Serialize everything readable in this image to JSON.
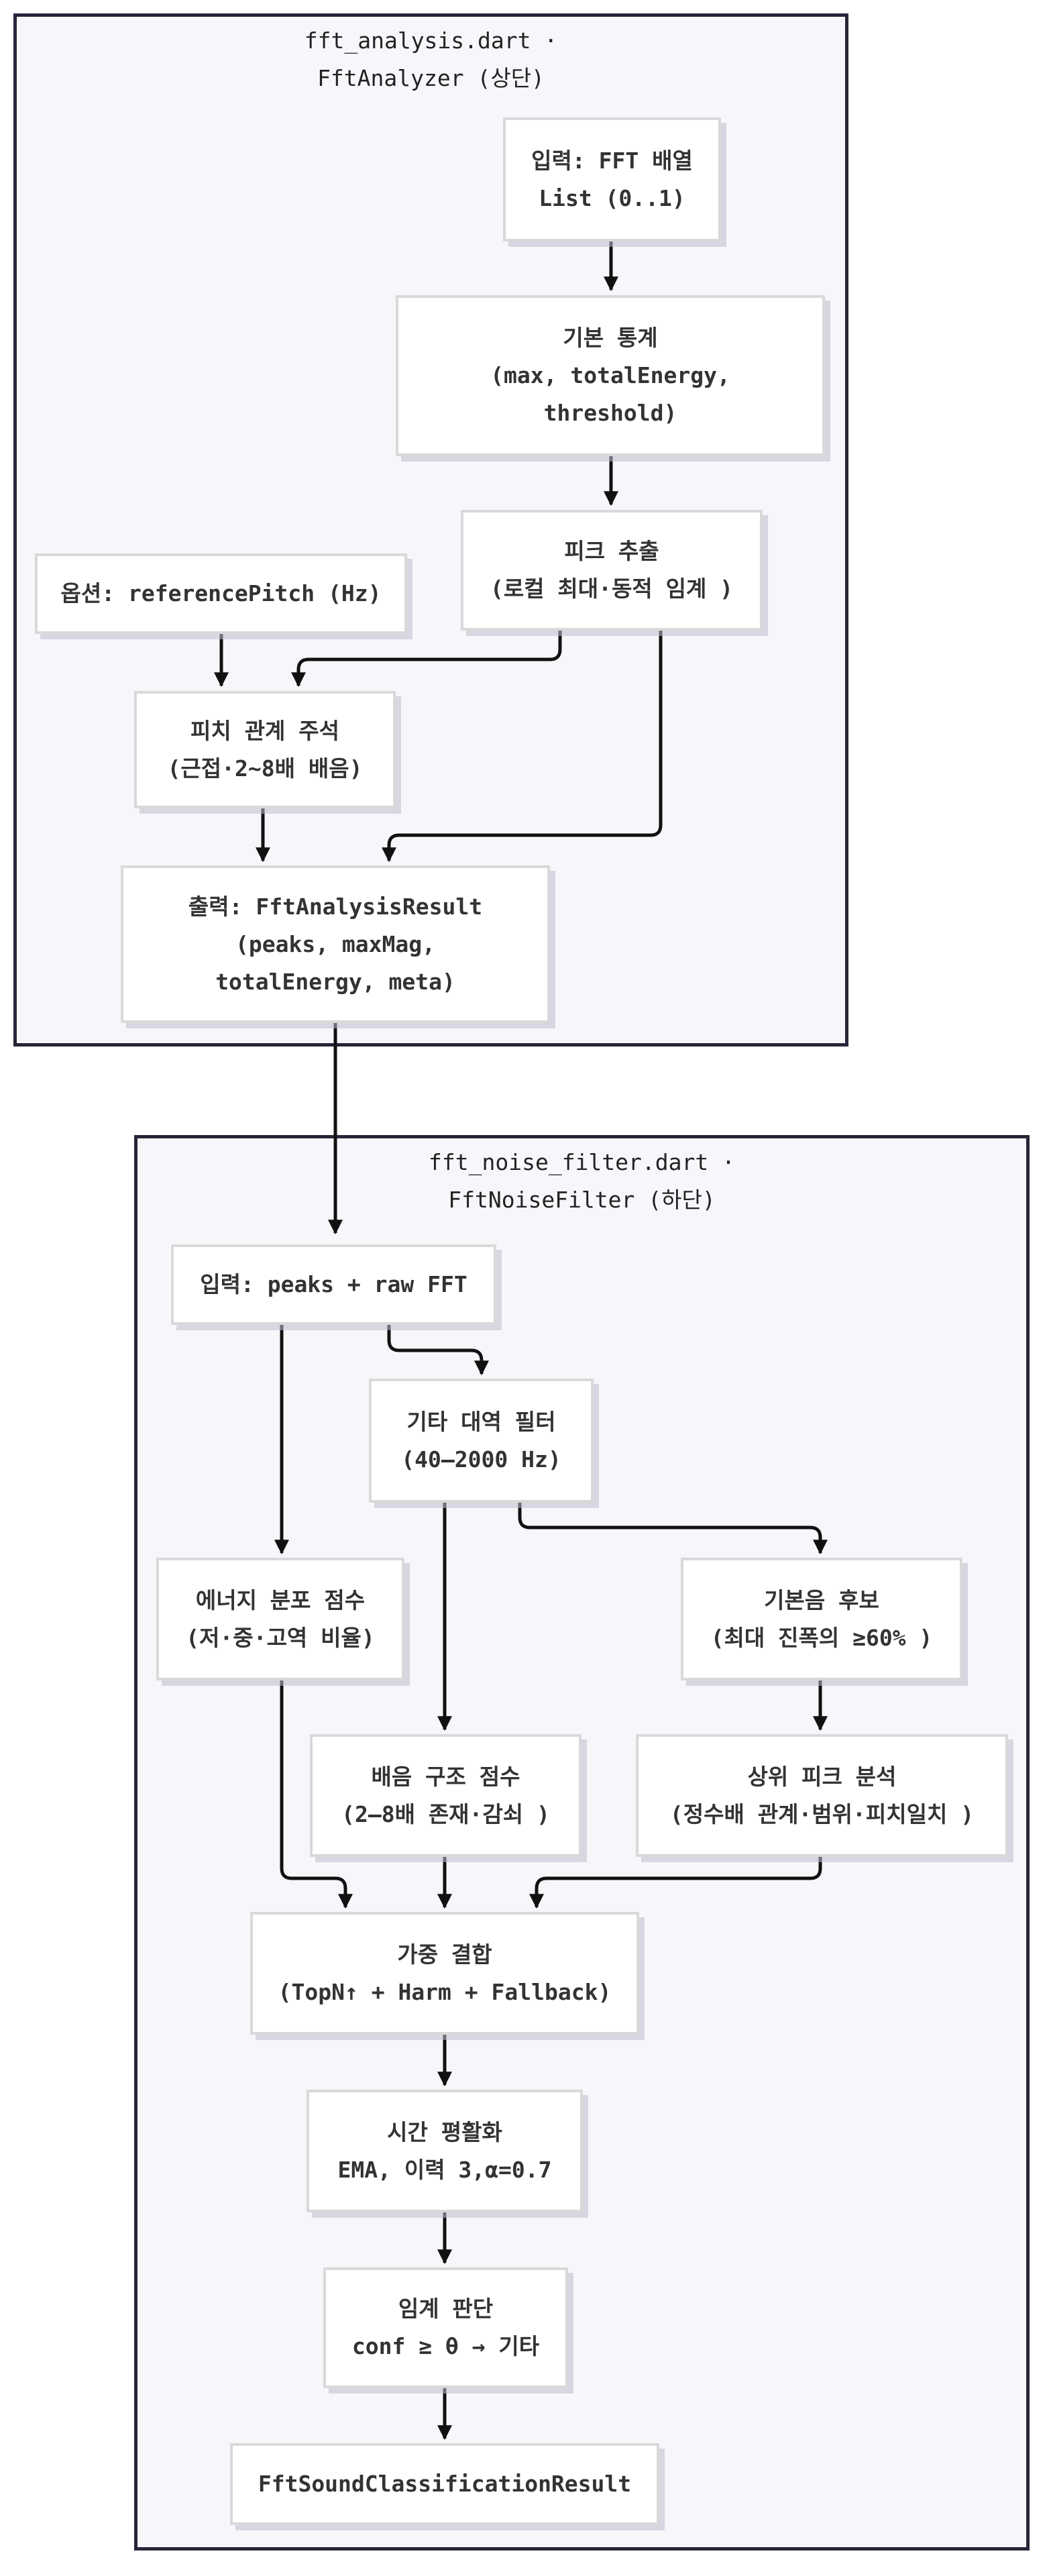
{
  "groups": {
    "analysis": {
      "title": "fft_analysis.dart ·\nFftAnalyzer (상단)"
    },
    "filter": {
      "title": "fft_noise_filter.dart ·\nFftNoiseFilter (하단)"
    }
  },
  "nodes": {
    "input_fft": "입력: FFT 배열\nList (0..1)",
    "basic_stats": "기본 통계\n(max, totalEnergy,\nthreshold)",
    "peak_extract": "피크 추출\n(로컬 최대·동적 임계 )",
    "ref_pitch": "옵션: referencePitch (Hz)",
    "pitch_relation": "피치 관계 주석\n(근접·2~8배 배음)",
    "analysis_output": "출력: FftAnalysisResult\n(peaks, maxMag,\ntotalEnergy, meta)",
    "filter_input": "입력: peaks + raw FFT",
    "guitar_band": "기타 대역 필터\n(40–2000 Hz)",
    "energy_score": "에너지 분포 점수\n(저·중·고역 비율)",
    "fundamental": "기본음 후보\n(최대 진폭의 ≥60% )",
    "harmonic_score": "배음 구조 점수\n(2–8배 존재·감쇠 )",
    "top_peak": "상위 피크 분석\n(정수배 관계·범위·피치일치 )",
    "weighted": "가중 결합\n(TopN↑ + Harm + Fallback)",
    "smoothing": "시간 평활화\nEMA, 이력 3,α=0.7",
    "threshold": "임계 판단\nconf ≥ θ → 기타",
    "result": "FftSoundClassificationResult"
  },
  "colors": {
    "group_border": "#26263a",
    "group_fill": "#f7f7fb",
    "node_border": "#d9d9d9",
    "edge": "#111111"
  }
}
